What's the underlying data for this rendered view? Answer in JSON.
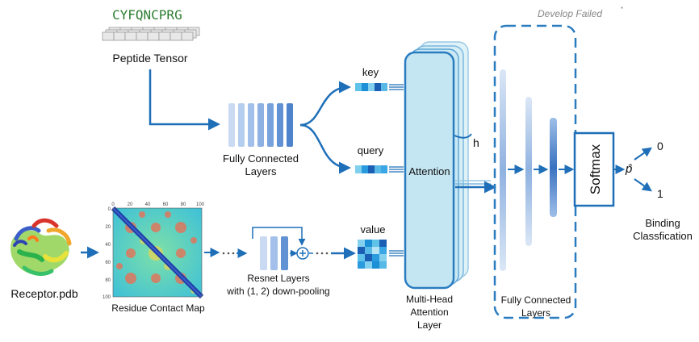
{
  "header": {
    "develop_failed": "Develop Failed",
    "asterisk": "*"
  },
  "peptide": {
    "sequence": "CYFQNCPRG",
    "label": "Peptide Tensor"
  },
  "fc_top": {
    "line1": "Fully Connected",
    "line2": "Layers"
  },
  "receptor": {
    "label": "Receptor.pdb"
  },
  "contact_map": {
    "label": "Residue Contact Map",
    "x_ticks": [
      "0",
      "20",
      "40",
      "60",
      "80",
      "100"
    ],
    "y_ticks": [
      "0",
      "20",
      "40",
      "60",
      "80",
      "100"
    ]
  },
  "resnet": {
    "line1": "Resnet Layers",
    "line2": "with (1, 2) down-pooling"
  },
  "qkv": {
    "key": "key",
    "query": "query",
    "value": "value"
  },
  "attention": {
    "label": "Attention",
    "heads": "h",
    "caption_line1": "Multi-Head",
    "caption_line2": "Attention",
    "caption_line3": "Layer"
  },
  "fc_right": {
    "line1": "Fully Connected",
    "line2": "Layers"
  },
  "softmax": {
    "label": "Softmax"
  },
  "output": {
    "p_hat": "p̂",
    "class0": "0",
    "class1": "1",
    "line1": "Binding",
    "line2": "Classfication"
  },
  "colors": {
    "arrow": "#1f6fb8",
    "attention_fill": "#cdebf4",
    "attention_stroke": "#2a7cc0",
    "dashed_box": "#2a7cc0"
  }
}
